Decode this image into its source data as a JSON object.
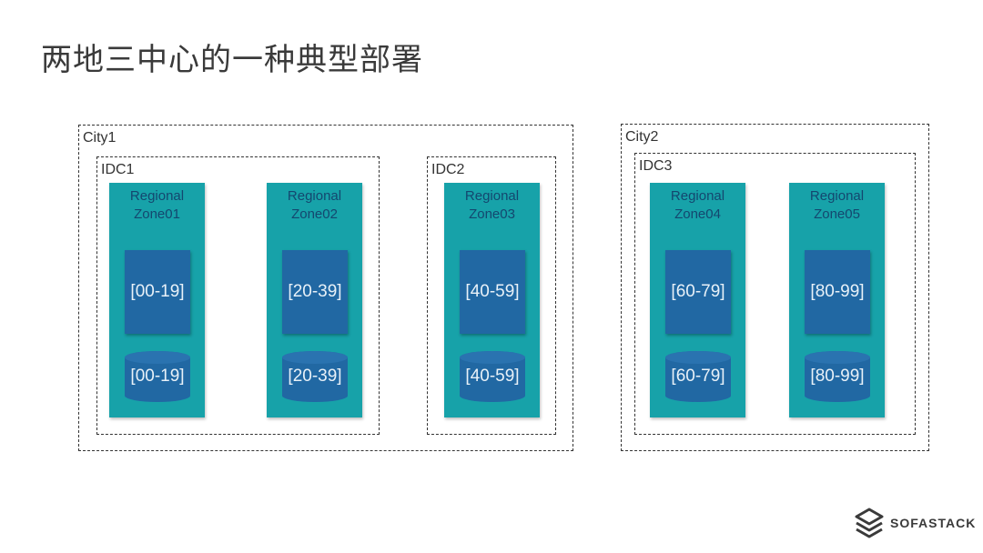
{
  "title": "两地三中心的一种典型部署",
  "cities": {
    "city1": {
      "label": "City1"
    },
    "city2": {
      "label": "City2"
    }
  },
  "idcs": {
    "idc1": {
      "label": "IDC1"
    },
    "idc2": {
      "label": "IDC2"
    },
    "idc3": {
      "label": "IDC3"
    }
  },
  "zones": [
    {
      "line1": "Regional",
      "line2": "Zone01",
      "shard": "[00-19]",
      "db": "[00-19]"
    },
    {
      "line1": "Regional",
      "line2": "Zone02",
      "shard": "[20-39]",
      "db": "[20-39]"
    },
    {
      "line1": "Regional",
      "line2": "Zone03",
      "shard": "[40-59]",
      "db": "[40-59]"
    },
    {
      "line1": "Regional",
      "line2": "Zone04",
      "shard": "[60-79]",
      "db": "[60-79]"
    },
    {
      "line1": "Regional",
      "line2": "Zone05",
      "shard": "[80-99]",
      "db": "[80-99]"
    }
  ],
  "logo": {
    "text": "SOFASTACK",
    "icon": "sofastack-logo-icon"
  },
  "colors": {
    "zone": "#17a2a9",
    "shard": "#2168a3",
    "zone_label": "#14476f"
  }
}
